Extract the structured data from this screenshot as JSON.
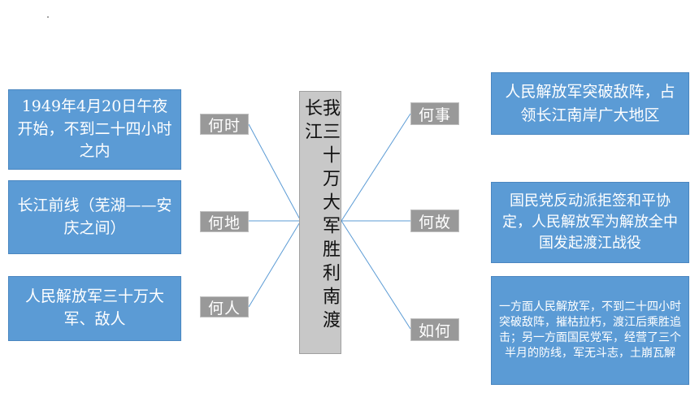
{
  "center": {
    "text": "我三十万大军胜利南渡长江"
  },
  "left": [
    {
      "tag": "何时",
      "text": "1949年4月20日午夜开始，不到二十四小时之内"
    },
    {
      "tag": "何地",
      "text": "长江前线（芜湖——安庆之间）"
    },
    {
      "tag": "何人",
      "text": "人民解放军三十万大军、敌人"
    }
  ],
  "right": [
    {
      "tag": "何事",
      "text": "人民解放军突破敌阵，占领长江南岸广大地区"
    },
    {
      "tag": "何故",
      "text": "国民党反动派拒签和平协定，人民解放军为解放全中国发起渡江战役"
    },
    {
      "tag": "如何",
      "text": "一方面人民解放军，不到二十四小时突破敌阵，摧枯拉朽，渡江后乘胜追击；另一方面国民党军，经营了三个半月的防线，军无斗志，土崩瓦解"
    }
  ],
  "colors": {
    "box": "#5b9bd5",
    "tag": "#999999",
    "center": "#c8c8c8",
    "line": "#5b9bd5"
  }
}
